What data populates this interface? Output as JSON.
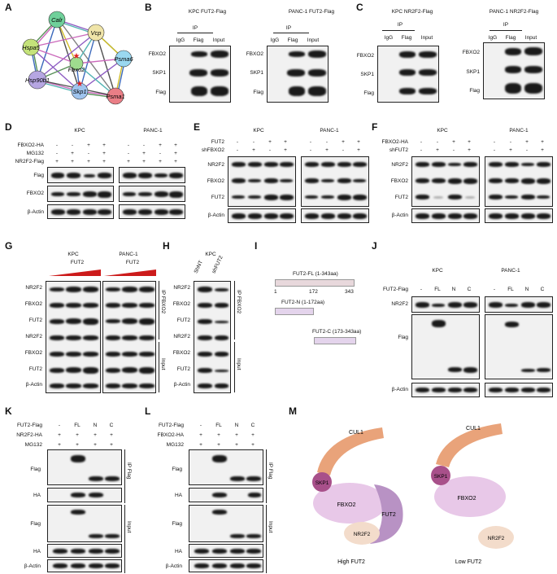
{
  "panels": {
    "A": "A",
    "B": "B",
    "C": "C",
    "D": "D",
    "E": "E",
    "F": "F",
    "G": "G",
    "H": "H",
    "I": "I",
    "J": "J",
    "K": "K",
    "L": "L",
    "M": "M"
  },
  "network": {
    "nodes": [
      "Calr",
      "Vcp",
      "Hspa5",
      "Psma6",
      "Fbxo2",
      "Hsp90b1",
      "Skp1",
      "Psma1"
    ]
  },
  "B": {
    "left_title": "KPC FUT2-Flag",
    "right_title": "PANC-1 FUT2-Flag",
    "ip": "IP",
    "lanes": [
      "IgG",
      "Flag",
      "Input"
    ],
    "rows": [
      "FBXO2",
      "SKP1",
      "Flag"
    ]
  },
  "C": {
    "left_title": "KPC NR2F2-Flag",
    "right_title": "PANC-1 NR2F2-Flag",
    "ip": "IP",
    "lanes": [
      "IgG",
      "Flag",
      "Input"
    ],
    "rows": [
      "FBXO2",
      "SKP1",
      "Flag"
    ]
  },
  "D": {
    "left_title": "KPC",
    "right_title": "PANC-1",
    "cond_labels": [
      "FBXO2-HA",
      "MG132",
      "NR2F2-Flag"
    ],
    "cond_left": [
      [
        "-",
        "-",
        "+",
        "+"
      ],
      [
        "-",
        "+",
        "-",
        "+"
      ],
      [
        "+",
        "+",
        "+",
        "+"
      ]
    ],
    "cond_right": [
      [
        "-",
        "-",
        "+",
        "+"
      ],
      [
        "-",
        "+",
        "-",
        "+"
      ],
      [
        "+",
        "+",
        "+",
        "+"
      ]
    ],
    "rows": [
      "Flag",
      "FBXO2",
      "β-Actin"
    ]
  },
  "E": {
    "left_title": "KPC",
    "right_title": "PANC-1",
    "cond_labels": [
      "FUT2",
      "shFBXO2"
    ],
    "cond_left": [
      [
        "-",
        "-",
        "+",
        "+"
      ],
      [
        "-",
        "+",
        "-",
        "+"
      ]
    ],
    "cond_right": [
      [
        "-",
        "-",
        "+",
        "+"
      ],
      [
        "-",
        "+",
        "-",
        "+"
      ]
    ],
    "rows": [
      "NR2F2",
      "FBXO2",
      "FUT2",
      "β-Actin"
    ]
  },
  "F": {
    "left_title": "KPC",
    "right_title": "PANC-1",
    "cond_labels": [
      "FBXO2-HA",
      "shFUT2"
    ],
    "cond_left": [
      [
        "-",
        "-",
        "+",
        "+"
      ],
      [
        "-",
        "+",
        "-",
        "+"
      ]
    ],
    "cond_right": [
      [
        "-",
        "-",
        "+",
        "+"
      ],
      [
        "-",
        "+",
        "-",
        "+"
      ]
    ],
    "rows": [
      "NR2F2",
      "FBXO2",
      "FUT2",
      "β-Actin"
    ]
  },
  "G": {
    "left_title": "KPC",
    "right_title": "PANC-1",
    "fut2": "FUT2",
    "rows": [
      "NR2F2",
      "FBXO2",
      "FUT2",
      "NR2F2",
      "FBXO2",
      "FUT2",
      "β-Actin"
    ],
    "side_ip": "IP FBXO2",
    "side_input": "Input"
  },
  "H": {
    "title": "KPC",
    "lanes": [
      "ShNT",
      "shFUT2"
    ],
    "rows": [
      "NR2F2",
      "FBXO2",
      "FUT2",
      "NR2F2",
      "FBXO2",
      "FUT2",
      "β-Actin"
    ],
    "side_ip": "IP FBXO2",
    "side_input": "Input"
  },
  "I": {
    "fl": "FUT2-FL (1-343aa)",
    "n": "FUT2-N (1-172aa)",
    "c": "FUT2-C (173-343aa)",
    "tick1": "1",
    "tick172": "172",
    "tick343": "343",
    "fl_color": "#e8d8dc",
    "n_color": "#e4d4ec",
    "c_color": "#e4d4ec"
  },
  "J": {
    "left_title": "KPC",
    "right_title": "PANC-1",
    "cond_label": "FUT2-Flag",
    "lanes": [
      "-",
      "FL",
      "N",
      "C"
    ],
    "rows": [
      "NR2F2",
      "Flag",
      "β-Actin"
    ]
  },
  "K": {
    "cond_labels": [
      "FUT2-Flag",
      "NR2F2-HA",
      "MG132"
    ],
    "cond": [
      [
        "-",
        "FL",
        "N",
        "C"
      ],
      [
        "+",
        "+",
        "+",
        "+"
      ],
      [
        "+",
        "+",
        "+",
        "+"
      ]
    ],
    "rows": [
      "Flag",
      "HA",
      "Flag",
      "HA",
      "β-Actin"
    ],
    "side_ip": "IP Flag",
    "side_input": "Input"
  },
  "L": {
    "cond_labels": [
      "FUT2-Flag",
      "FBXO2-HA",
      "MG132"
    ],
    "cond": [
      [
        "-",
        "FL",
        "N",
        "C"
      ],
      [
        "+",
        "+",
        "+",
        "+"
      ],
      [
        "+",
        "+",
        "+",
        "+"
      ]
    ],
    "rows": [
      "Flag",
      "HA",
      "Flag",
      "HA",
      "β-Actin"
    ],
    "side_ip": "IP Flag",
    "side_input": "Input"
  },
  "M": {
    "cul1": "CUL1",
    "skp1": "SKP1",
    "fbxo2": "FBXO2",
    "fut2": "FUT2",
    "nr2f2": "NR2F2",
    "high": "High FUT2",
    "low": "Low FUT2",
    "cul1_color": "#e9a37a",
    "skp1_color": "#a8508a",
    "fbxo2_color": "#e8c8e8",
    "fut2_color": "#b892c4",
    "nr2f2_color": "#f3dccb"
  }
}
